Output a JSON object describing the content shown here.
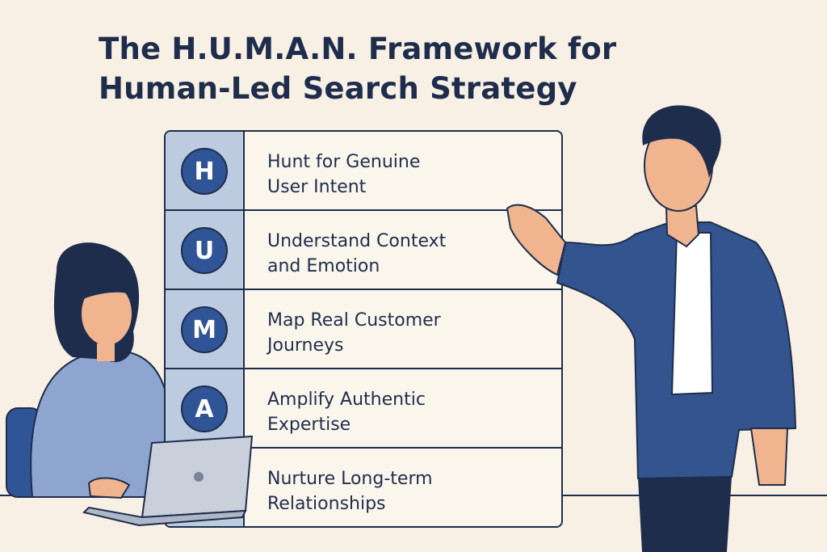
{
  "title": {
    "line1": "The H.U.M.A.N. Framework for",
    "line2": "Human-Led Search Strategy"
  },
  "framework": [
    {
      "letter": "H",
      "line1": "Hunt for Genuine",
      "line2": "User Intent"
    },
    {
      "letter": "U",
      "line1": "Understand Context",
      "line2": "and Emotion"
    },
    {
      "letter": "M",
      "line1": "Map Real Customer",
      "line2": "Journeys"
    },
    {
      "letter": "A",
      "line1": "Amplify Authentic",
      "line2": "Expertise"
    },
    {
      "letter": "",
      "line1": "Nurture Long-term",
      "line2": "Relationships"
    }
  ],
  "colors": {
    "background": "#f8f0e4",
    "navy": "#1f2d4d",
    "accent_blue": "#2f5596",
    "letter_column": "#bdcbe0"
  }
}
